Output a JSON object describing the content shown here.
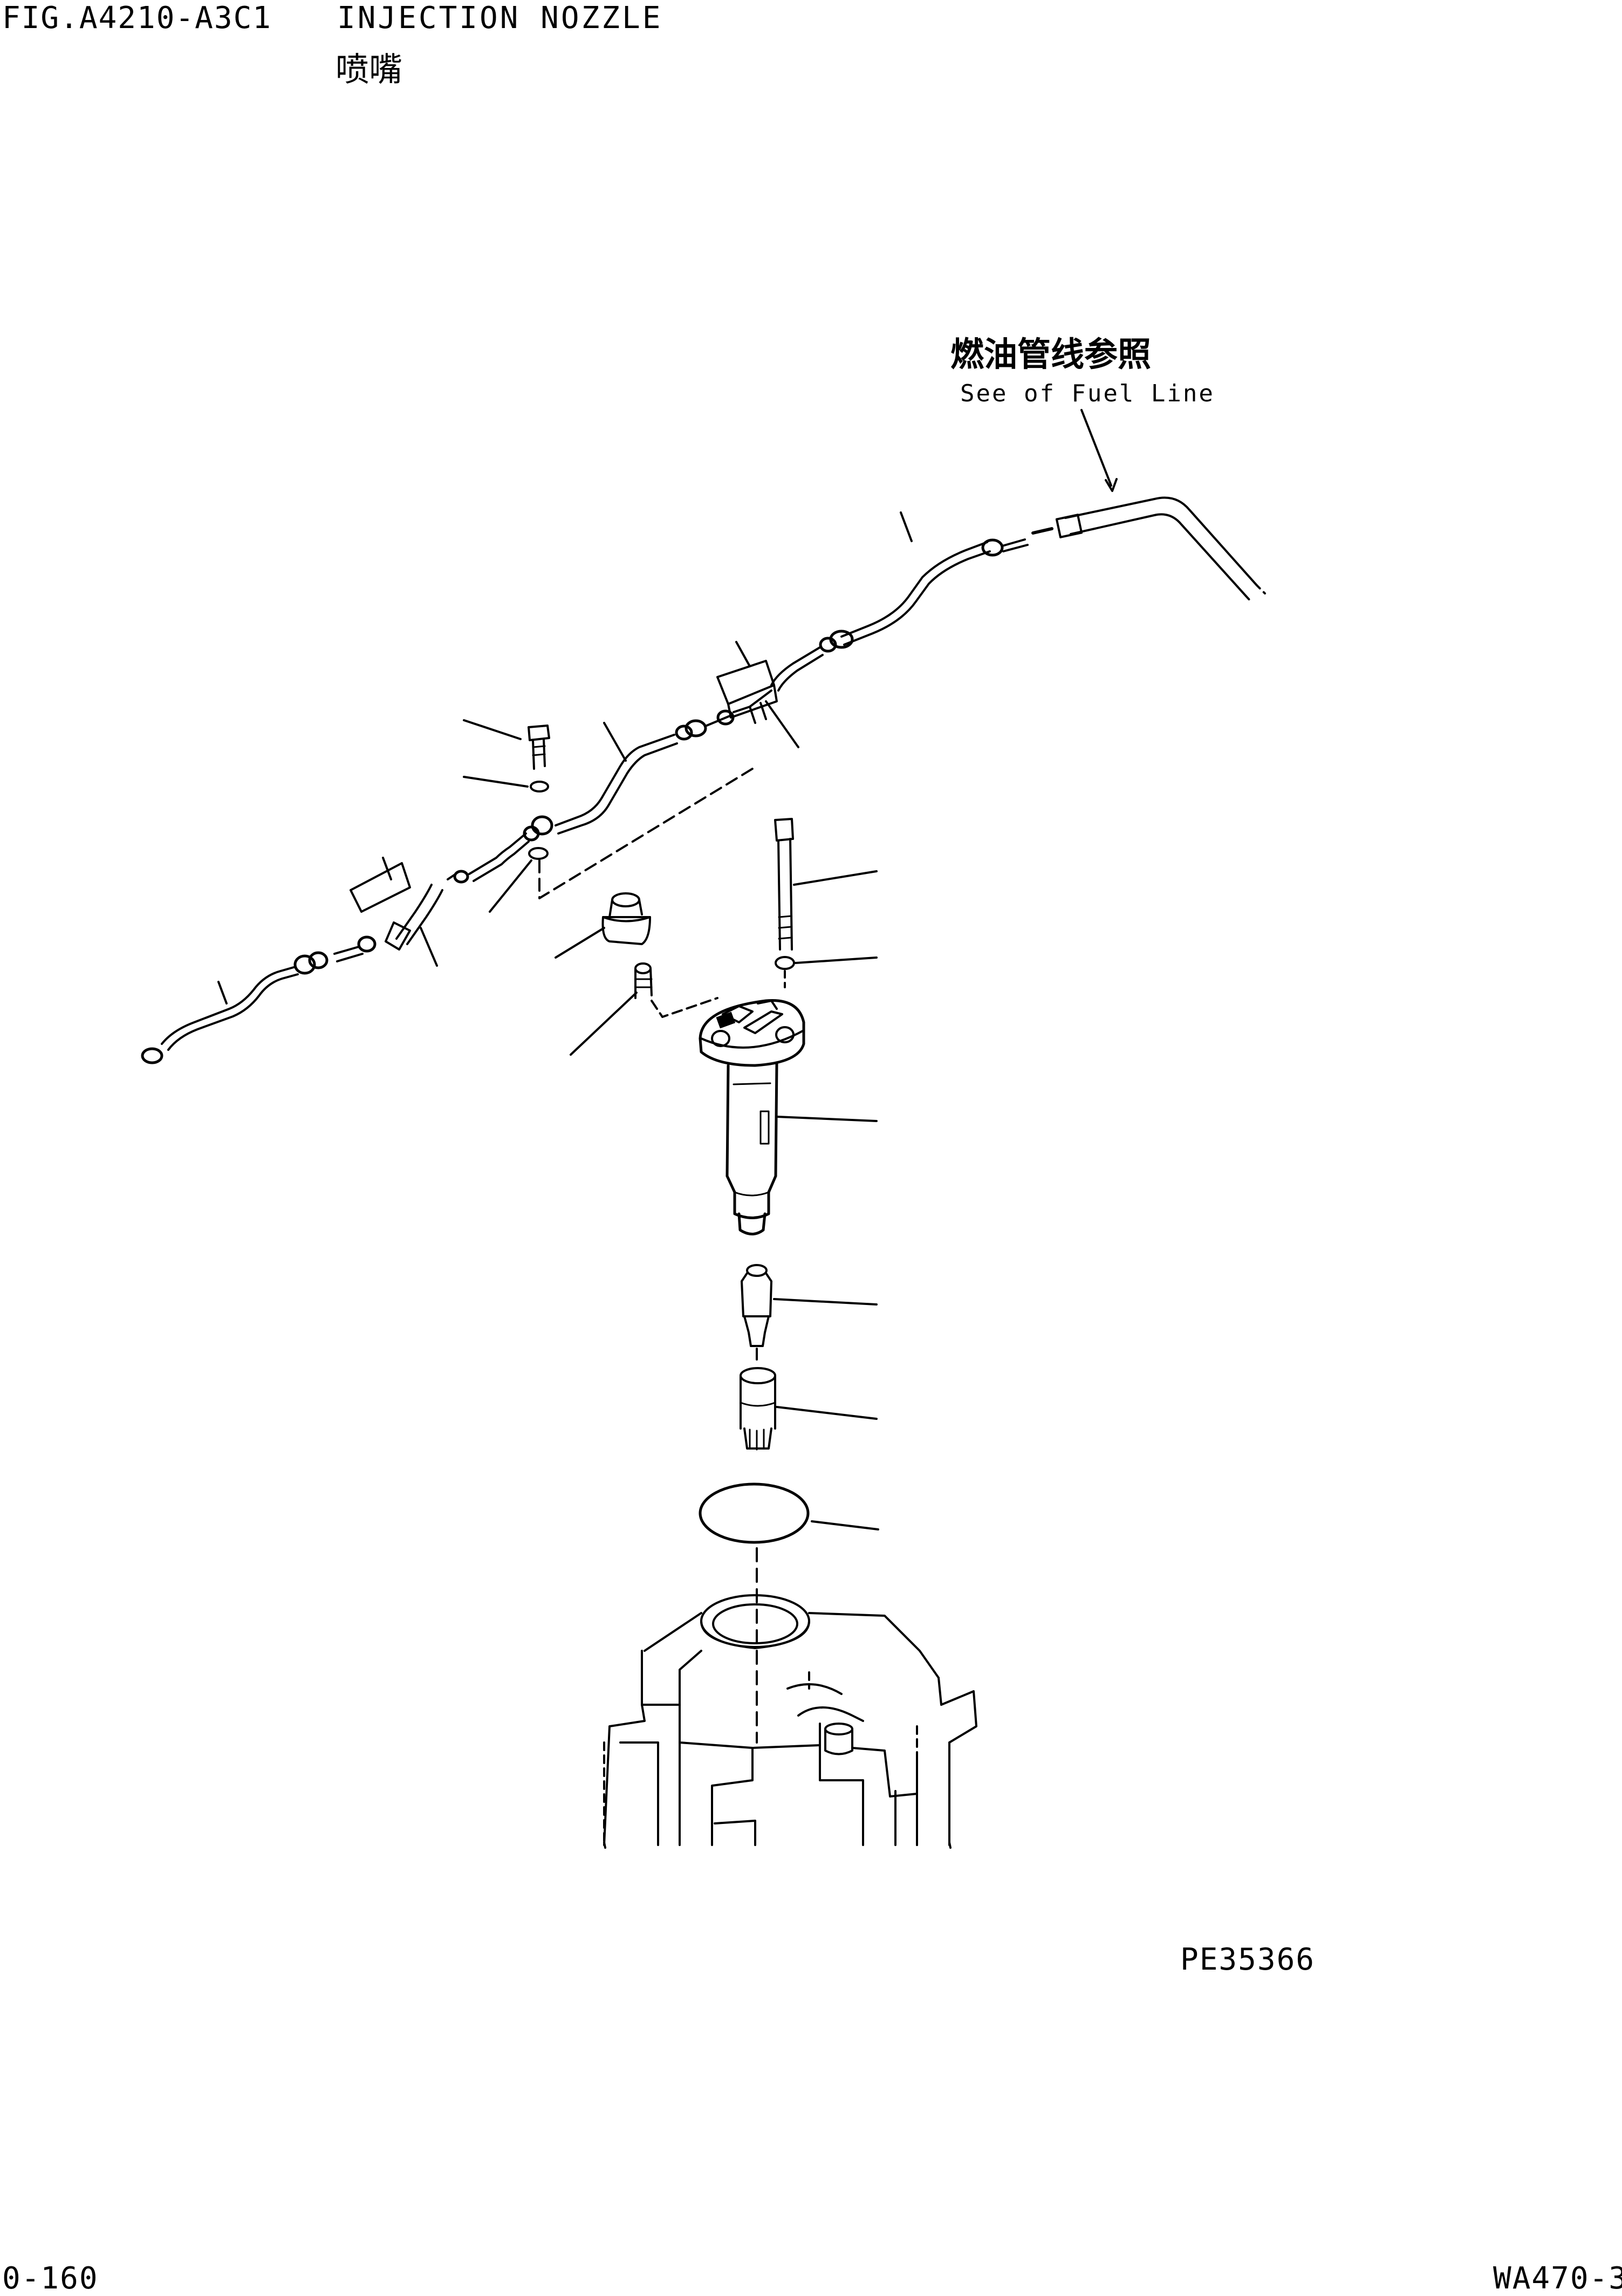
{
  "header": {
    "figure_code": "FIG.A4210-A3C1",
    "title_en": "INJECTION NOZZLE",
    "title_cn": "喷嘴"
  },
  "callout": {
    "reference_cn": "燃油管线参照",
    "reference_en": "See of Fuel Line"
  },
  "picture_code": "PE35366",
  "footer": {
    "page_number": "0-160",
    "model": "WA470-3"
  },
  "colors": {
    "ink": "#000000",
    "paper": "#ffffff"
  }
}
